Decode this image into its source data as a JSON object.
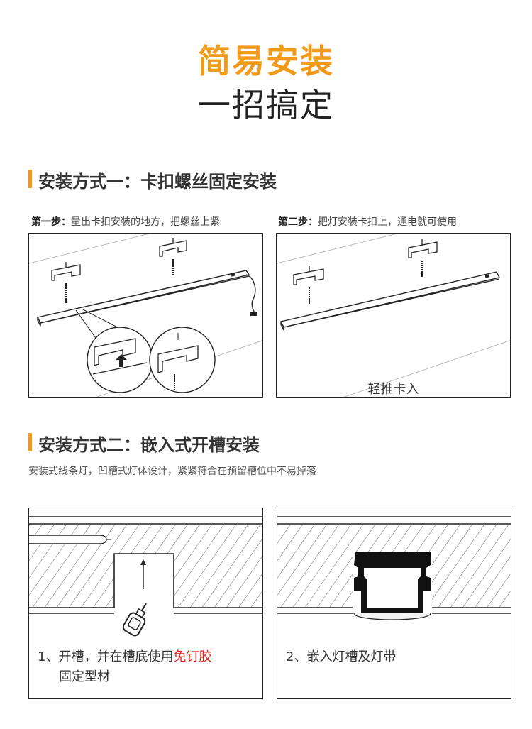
{
  "header": {
    "title": "简易安装",
    "subtitle": "一招搞定"
  },
  "method1": {
    "title": "安装方式一：卡扣螺丝固定安装",
    "step1_prefix": "第一步：",
    "step1_text": "量出卡扣安装的地方，把螺丝上紧",
    "step2_prefix": "第二步：",
    "step2_text": "把灯安装卡扣上，通电就可使用",
    "panel2_caption": "轻推卡入"
  },
  "method2": {
    "title": "安装方式二：嵌入式开槽安装",
    "description": "安装式线条灯，凹槽式灯体设计，紧紧符合在预留槽位中不易掉落",
    "caption1_prefix": "1、开槽，并在槽底使用",
    "caption1_highlight": "免钉胶",
    "caption1_line2": "固定型材",
    "caption2": "2、嵌入灯槽及灯带"
  },
  "colors": {
    "accent": "#f29a1a",
    "highlight": "#e02020",
    "line": "#222222"
  }
}
